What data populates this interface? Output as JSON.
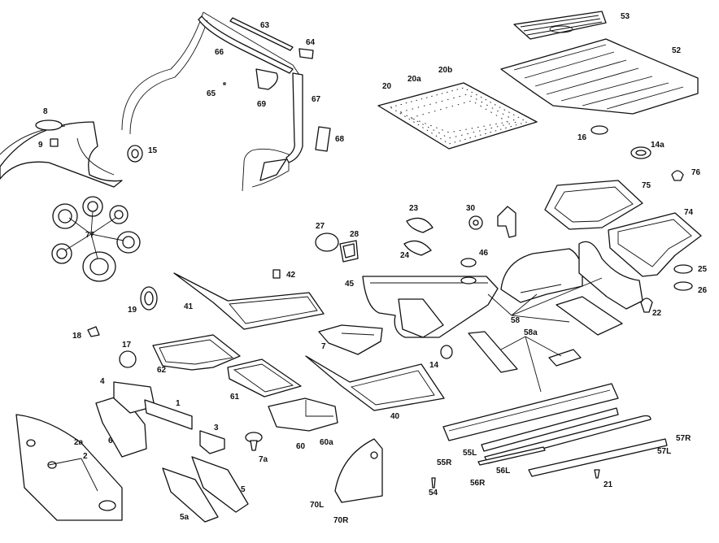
{
  "labels": [
    "63",
    "64",
    "66",
    "65",
    "69",
    "67",
    "68",
    "8",
    "9",
    "15",
    "20",
    "20a",
    "20b",
    "53",
    "52",
    "16",
    "14a",
    "76",
    "75",
    "74",
    "23",
    "30",
    "27",
    "28",
    "24",
    "46",
    "25",
    "26",
    "22",
    "42",
    "45",
    "77",
    "19",
    "41",
    "58",
    "58a",
    "18",
    "17",
    "7",
    "14",
    "62",
    "61",
    "40",
    "4",
    "1",
    "3",
    "6",
    "2a",
    "2",
    "7a",
    "60",
    "60a",
    "5",
    "5a",
    "55R",
    "55L",
    "57R",
    "57L",
    "56L",
    "56R",
    "54",
    "21",
    "70L",
    "70R"
  ],
  "colors": {
    "ink": "#111111",
    "paper": "#ffffff"
  }
}
